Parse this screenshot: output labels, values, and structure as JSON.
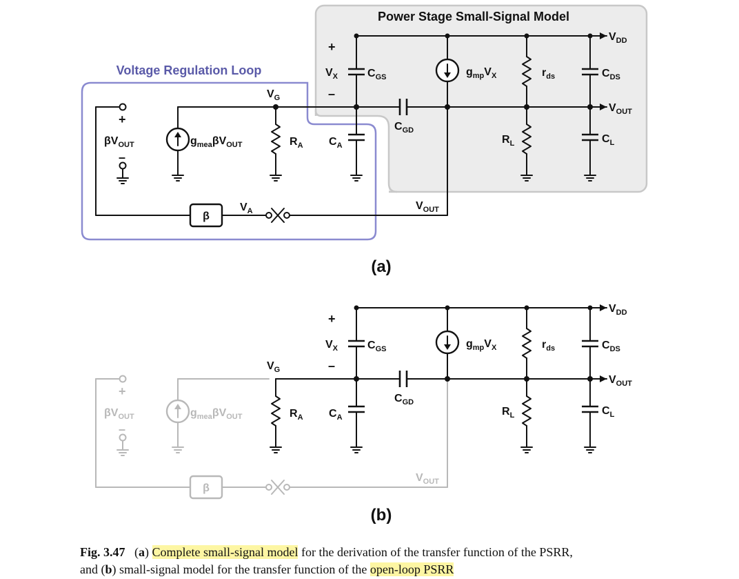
{
  "panel_a": {
    "label": "(a)",
    "power_stage_title": "Power Stage Small-Signal Model",
    "loop_title": "Voltage Regulation Loop"
  },
  "panel_b": {
    "label": "(b)"
  },
  "labels": {
    "plus": "+",
    "minus": "–",
    "vdd_main": "V",
    "vdd_sub": "DD",
    "vout_main": "V",
    "vout_sub": "OUT",
    "vx_main": "V",
    "vx_sub": "X",
    "vg_main": "V",
    "vg_sub": "G",
    "va_main": "V",
    "va_sub": "A",
    "cgs_main": "C",
    "cgs_sub": "GS",
    "cgd_main": "C",
    "cgd_sub": "GD",
    "cds_main": "C",
    "cds_sub": "DS",
    "ca_main": "C",
    "ca_sub": "A",
    "cl_main": "C",
    "cl_sub": "L",
    "ra_main": "R",
    "ra_sub": "A",
    "rl_main": "R",
    "rl_sub": "L",
    "rds_main": "r",
    "rds_sub": "ds",
    "gmp_g": "g",
    "gmp_sub": "mp",
    "gmp_v": "V",
    "gmp_vsub": "X",
    "gmea_g": "g",
    "gmea_sub": "mea",
    "gmea_beta": "βV",
    "gmea_vsub": "OUT",
    "bvout_main": "βV",
    "bvout_sub": "OUT",
    "beta_block": "β"
  },
  "caption": {
    "fig_no": "Fig. 3.47",
    "a_open": "(",
    "a_letter": "a",
    "a_close": ")",
    "highlight1": "Complete small-signal model",
    "text1": "for the derivation of the transfer function of the PSRR,",
    "text2_pre": "and (",
    "b_letter": "b",
    "text2_mid": ") small-signal model for the transfer function of the",
    "highlight2": "open-loop PSRR"
  },
  "colors": {
    "power_stage_fill": "#ececec",
    "power_stage_border": "#c8c8c8",
    "loop_border": "#8a8ad0",
    "loop_title": "#5a5aa8",
    "faded": "#b8b8b8",
    "highlight": "#fdf6a3"
  }
}
